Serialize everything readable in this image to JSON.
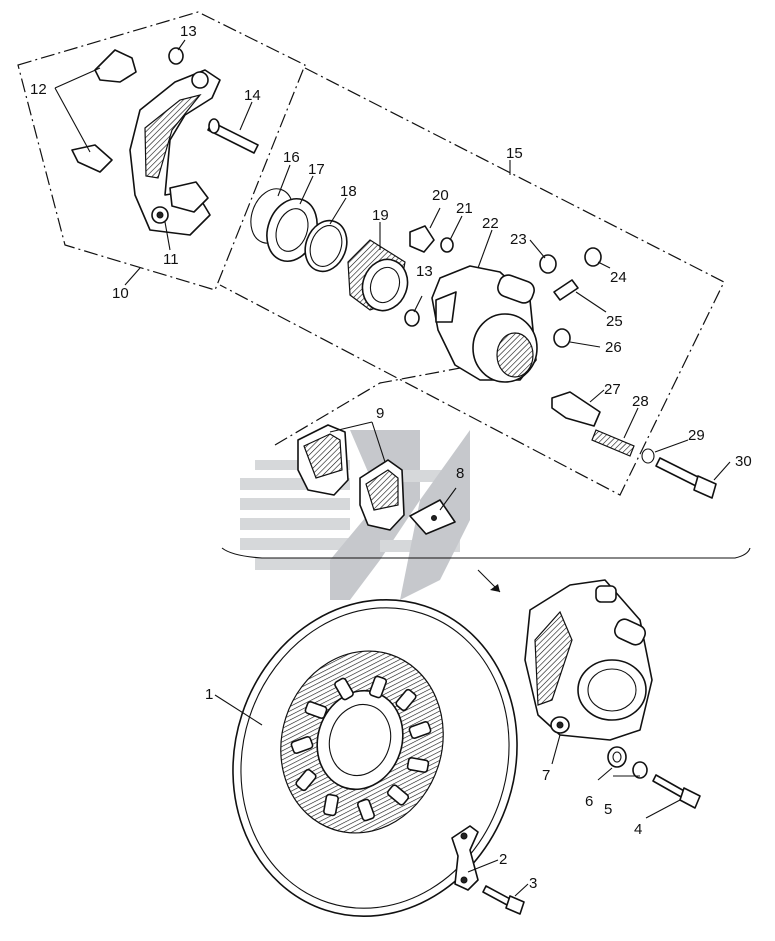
{
  "diagram": {
    "type": "exploded parts view",
    "watermark": {
      "color": "#c8cbcf"
    },
    "line_color": "#111111",
    "callouts": {
      "c1": "1",
      "c2": "2",
      "c3": "3",
      "c4": "4",
      "c5": "5",
      "c6": "6",
      "c7": "7",
      "c8": "8",
      "c9": "9",
      "c10": "10",
      "c11": "11",
      "c12": "12",
      "c13a": "13",
      "c13b": "13",
      "c14": "14",
      "c15": "15",
      "c16": "16",
      "c17": "17",
      "c18": "18",
      "c19": "19",
      "c20": "20",
      "c21": "21",
      "c22": "22",
      "c23": "23",
      "c24": "24",
      "c25": "25",
      "c26": "26",
      "c27": "27",
      "c28": "28",
      "c29": "29",
      "c30": "30"
    }
  }
}
